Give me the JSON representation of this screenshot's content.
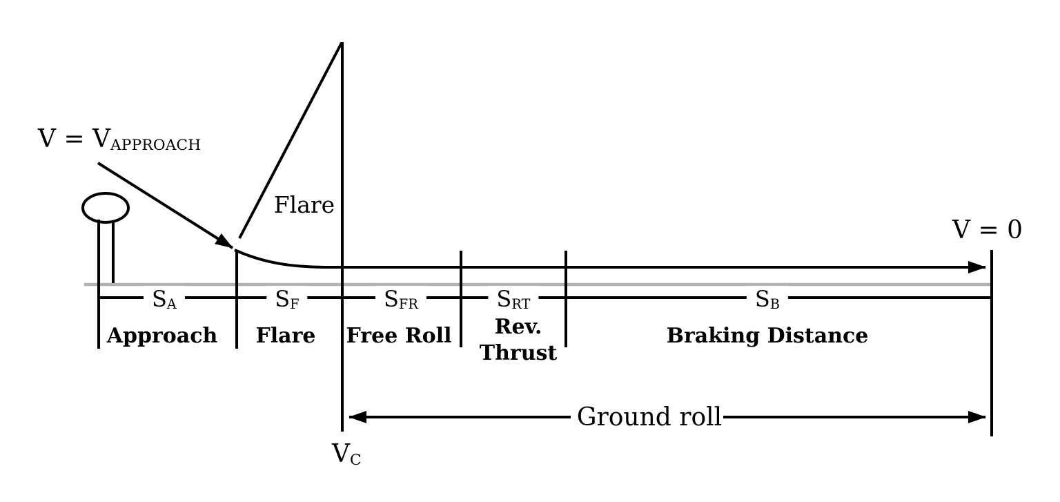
{
  "diagram": {
    "description": "Aircraft landing distance phases diagram",
    "velocity_labels": {
      "approach": {
        "main": "V = V",
        "sub": "APPROACH"
      },
      "contact": {
        "main": "V",
        "sub": "C"
      },
      "stop": "V = 0"
    },
    "flare_annotation": "Flare",
    "ground_roll_label": "Ground roll",
    "segments": [
      {
        "symbol": "S",
        "sub": "A",
        "phase": "Approach"
      },
      {
        "symbol": "S",
        "sub": "F",
        "phase": "Flare"
      },
      {
        "symbol": "S",
        "sub": "FR",
        "phase": "Free Roll"
      },
      {
        "symbol": "S",
        "sub": "RT",
        "phase": "Rev.\nThrust"
      },
      {
        "symbol": "S",
        "sub": "B",
        "phase": "Braking Distance"
      }
    ],
    "colors": {
      "ink": "#000000",
      "runway_gray": "#b3b3b3",
      "background": "#ffffff"
    }
  }
}
